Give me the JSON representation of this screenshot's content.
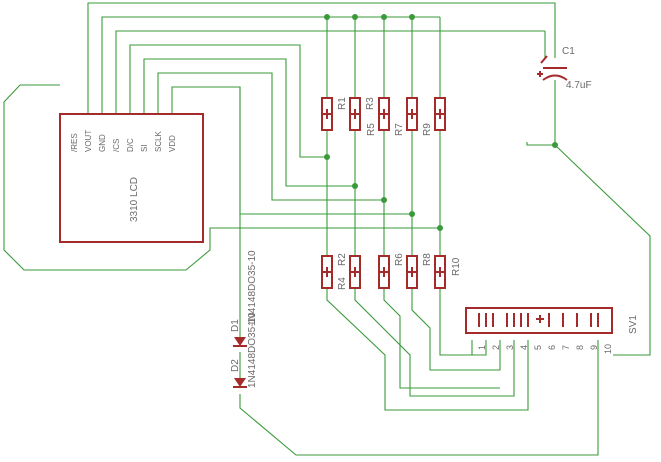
{
  "lcd": {
    "name": "3310 LCD",
    "pins": [
      "/RES",
      "VOUT",
      "GND",
      "/CS",
      "D/C",
      "SI",
      "SCLK",
      "VDD"
    ]
  },
  "resistors": {
    "top": [
      "R1",
      "R3",
      "R5",
      "R7",
      "R9"
    ],
    "bottom": [
      "R2",
      "R4",
      "R6",
      "R8",
      "R10"
    ]
  },
  "capacitor": {
    "name": "C1",
    "value": "4.7uF"
  },
  "diodes": [
    {
      "name": "D1",
      "part": "1N4148DO35-10"
    },
    {
      "name": "D2",
      "part": "1N4148DO35-10"
    }
  ],
  "connector": {
    "name": "SV1",
    "pins": [
      "1",
      "2",
      "3",
      "4",
      "5",
      "6",
      "7",
      "8",
      "9",
      "10"
    ]
  },
  "colors": {
    "wire": "#3a9a3a",
    "part": "#a52a2a",
    "label": "#6a6a6a"
  }
}
